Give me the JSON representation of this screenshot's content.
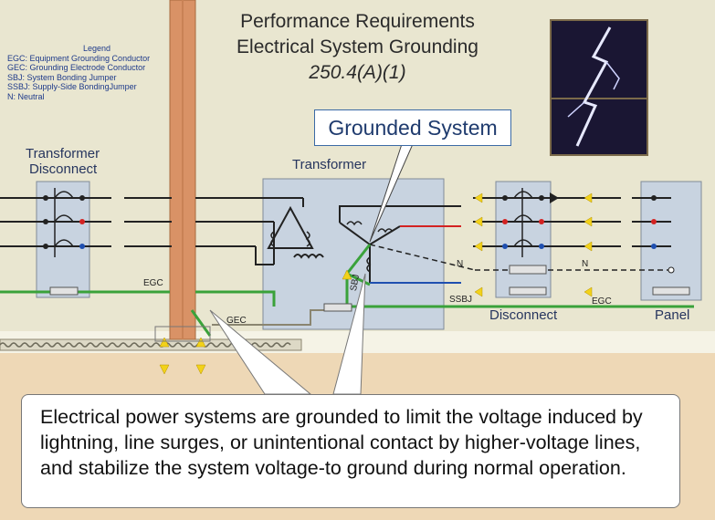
{
  "title_lines": [
    "Performance Requirements",
    "Electrical System Grounding",
    "250.4(A)(1)"
  ],
  "legend": {
    "heading": "Legend",
    "items": [
      "EGC: Equipment Grounding Conductor",
      "GEC: Grounding Electrode Conductor",
      "SBJ: System Bonding Jumper",
      "SSBJ: Supply-Side BondingJumper",
      "N: Neutral"
    ]
  },
  "callout": "Grounded System",
  "labels": {
    "transformer_disconnect_1": "Transformer",
    "transformer_disconnect_2": "Disconnect",
    "transformer": "Transformer",
    "disconnect": "Disconnect",
    "panel": "Panel",
    "egc_left": "EGC",
    "gec": "GEC",
    "sbj": "SBJ",
    "ssbj": "SSBJ",
    "egc_right": "EGC",
    "n1": "N",
    "n2": "N"
  },
  "note_text": "Electrical power systems are grounded to limit the voltage induced by lightning, line surges, or unintentional contact by higher-voltage lines, and stabilize the system voltage-to ground during normal operation.",
  "colors": {
    "background": "#e9e6d0",
    "ground_wire": "#3aa23a",
    "phase_red": "#d32222",
    "phase_blue": "#1f4fb0",
    "pole": "#d99266",
    "earth": "#eed8b6",
    "arrow": "#f2d21a"
  }
}
